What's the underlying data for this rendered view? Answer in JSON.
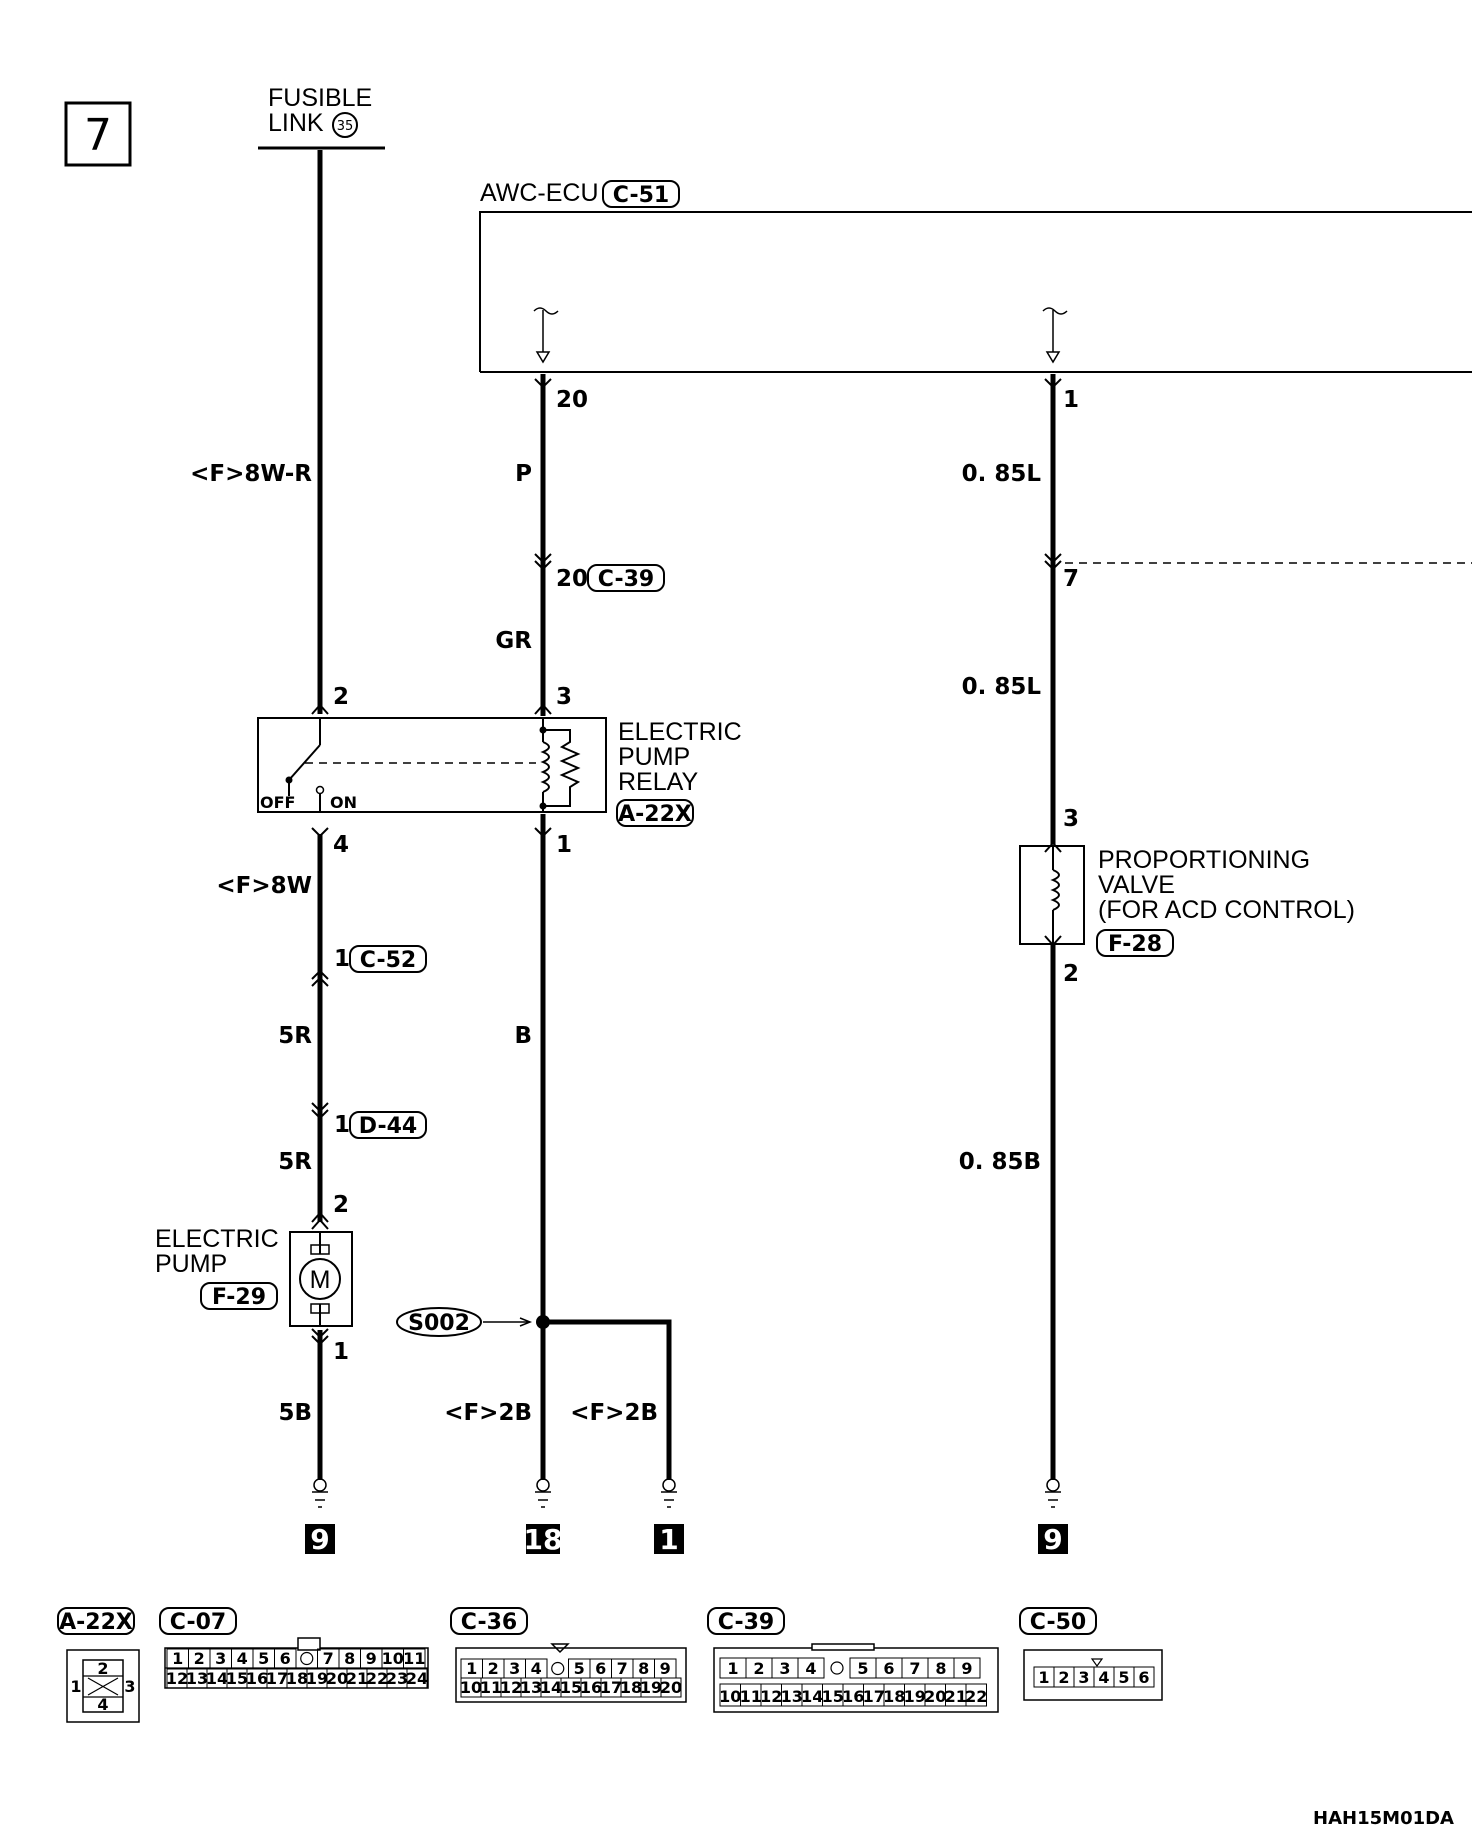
{
  "page": {
    "number": "7",
    "code": "HAH15M01DA"
  },
  "fusible_link": {
    "line1": "FUSIBLE",
    "line2": "LINK",
    "number": "35"
  },
  "ecu": {
    "name": "AWC-ECU",
    "connector": "C-51",
    "pin_left": "20",
    "pin_right": "1"
  },
  "wires": {
    "w1": "<F>8W-R",
    "w2": "<F>8W",
    "w3": "5R",
    "w4": "5R",
    "w5": "5B",
    "p": "P",
    "gr": "GR",
    "b": "B",
    "b2a": "<F>2B",
    "b2b": "<F>2B",
    "l1": "0. 85L",
    "l2": "0. 85L",
    "b3": "0. 85B"
  },
  "pins": {
    "relay_top_left": "2",
    "relay_top_right": "3",
    "relay_bot_left": "4",
    "relay_bot_right": "1",
    "c39": "20",
    "c52": "1",
    "d44": "1",
    "pump_top": "2",
    "pump_bot": "1",
    "right_7": "7",
    "valve_top": "3",
    "valve_bot": "2"
  },
  "connectors": {
    "c39": "C-39",
    "c52": "C-52",
    "d44": "D-44",
    "relay": "A-22X",
    "pump": "F-29",
    "valve": "F-28",
    "splice": "S002"
  },
  "relay": {
    "line1": "ELECTRIC",
    "line2": "PUMP",
    "line3": "RELAY",
    "off": "OFF",
    "on": "ON"
  },
  "pump": {
    "line1": "ELECTRIC",
    "line2": "PUMP",
    "symbol": "M"
  },
  "valve": {
    "line1": "PROPORTIONING",
    "line2": "VALVE",
    "line3": "(FOR ACD CONTROL)"
  },
  "grounds": [
    "9",
    "18",
    "1",
    "9"
  ],
  "connector_views": [
    {
      "name": "A-22X",
      "pins": [
        "1",
        "2",
        "3",
        "4"
      ]
    },
    {
      "name": "C-07",
      "row1": [
        "1",
        "2",
        "3",
        "4",
        "5",
        "6",
        "",
        "7",
        "8",
        "9",
        "10",
        "11"
      ],
      "row2": [
        "12",
        "13",
        "14",
        "15",
        "16",
        "17",
        "18",
        "19",
        "20",
        "21",
        "22",
        "23",
        "24"
      ]
    },
    {
      "name": "C-36",
      "row1": [
        "1",
        "2",
        "3",
        "4",
        "",
        "5",
        "6",
        "7",
        "8",
        "9"
      ],
      "row2": [
        "10",
        "11",
        "12",
        "13",
        "14",
        "15",
        "16",
        "17",
        "18",
        "19",
        "20"
      ]
    },
    {
      "name": "C-39",
      "row1": [
        "1",
        "2",
        "3",
        "4",
        "",
        "5",
        "6",
        "7",
        "8",
        "9"
      ],
      "row2": [
        "10",
        "11",
        "12",
        "13",
        "14",
        "15",
        "16",
        "17",
        "18",
        "19",
        "20",
        "21",
        "22"
      ]
    },
    {
      "name": "C-50",
      "row1": [
        "1",
        "2",
        "3",
        "4",
        "5",
        "6"
      ]
    }
  ]
}
